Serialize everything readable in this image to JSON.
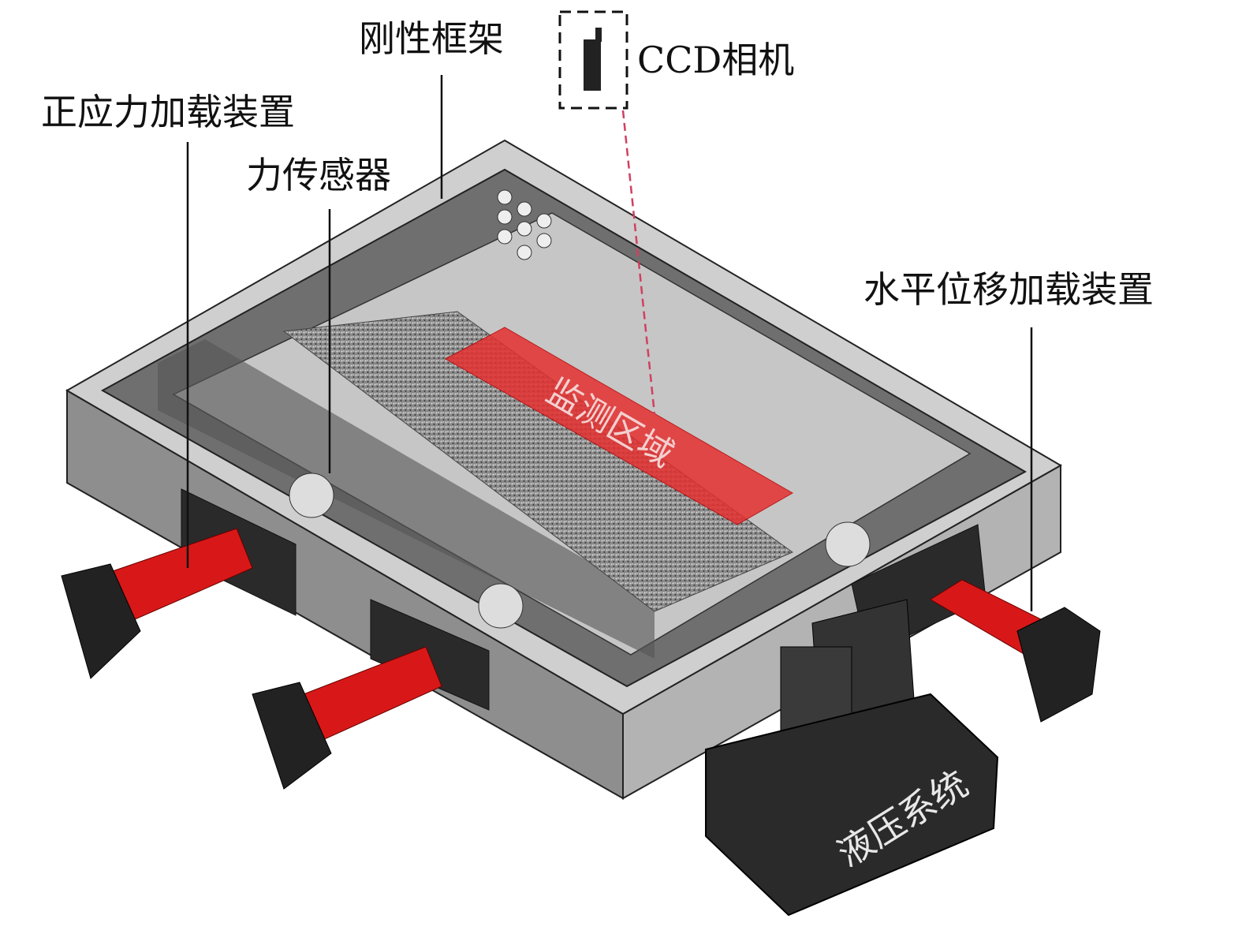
{
  "labels": {
    "rigid_frame": "刚性框架",
    "ccd_camera": "CCD相机",
    "normal_stress_loader": "正应力加载装置",
    "force_sensor": "力传感器",
    "horizontal_displacement_loader": "水平位移加载装置",
    "monitoring_zone": "监测区域",
    "hydraulic_system": "液压系统"
  },
  "colors": {
    "frame": "#9a9a9a",
    "frame_top": "#c8c8c8",
    "interior": "#c4c4c4",
    "cylinder": "#d81818",
    "monitor_zone": "#e53030",
    "hydraulic_box": "#2a2a2a",
    "laser_line": "#d04060"
  }
}
